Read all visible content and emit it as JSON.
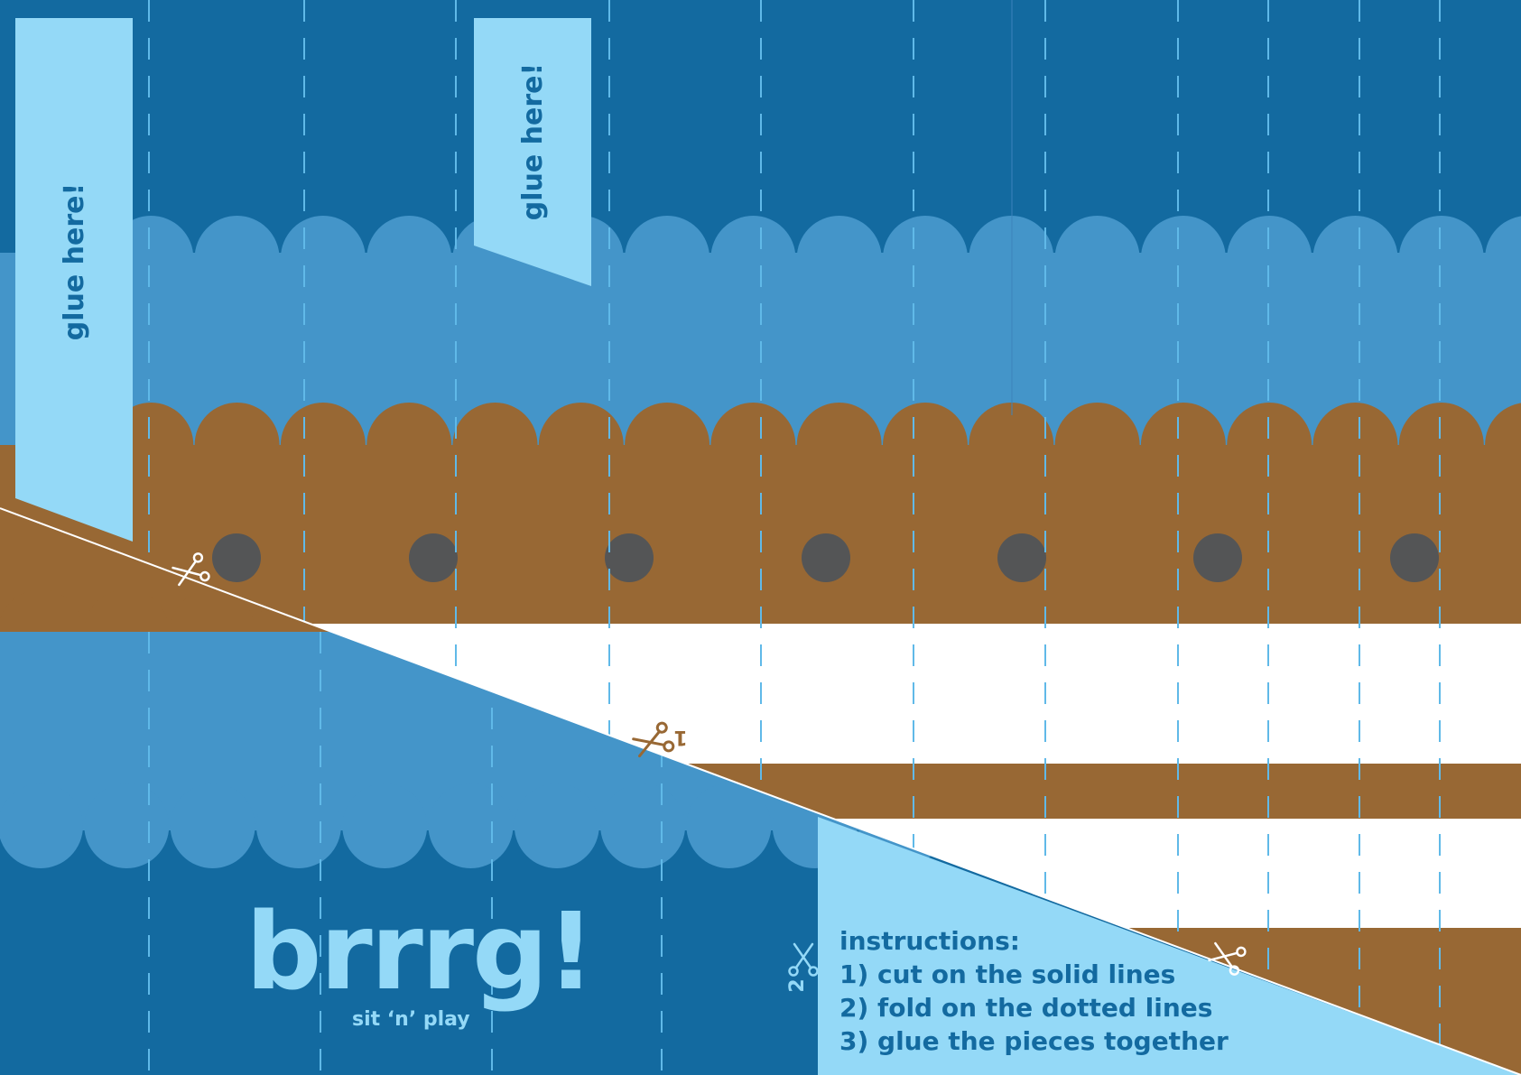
{
  "colors": {
    "dark_blue": "#136aa0",
    "mid_blue": "#4495c9",
    "light_blue": "#94d9f7",
    "brown": "#986834",
    "hole": "#545556",
    "white": "#ffffff"
  },
  "glue_tabs": [
    {
      "label": "glue here!"
    },
    {
      "label": "glue here!"
    }
  ],
  "logo": {
    "word": "brrrg!",
    "tagline": "sit ‘n’ play"
  },
  "cut_marks": [
    {
      "icon": "scissors-icon",
      "number": ""
    },
    {
      "icon": "scissors-icon",
      "number": "1"
    },
    {
      "icon": "scissors-icon",
      "number": "2"
    },
    {
      "icon": "scissors-icon",
      "number": ""
    }
  ],
  "instructions": {
    "heading": "instructions:",
    "steps": [
      "1) cut on the solid lines",
      "2) fold on the dotted lines",
      "3) glue the pieces together"
    ]
  }
}
